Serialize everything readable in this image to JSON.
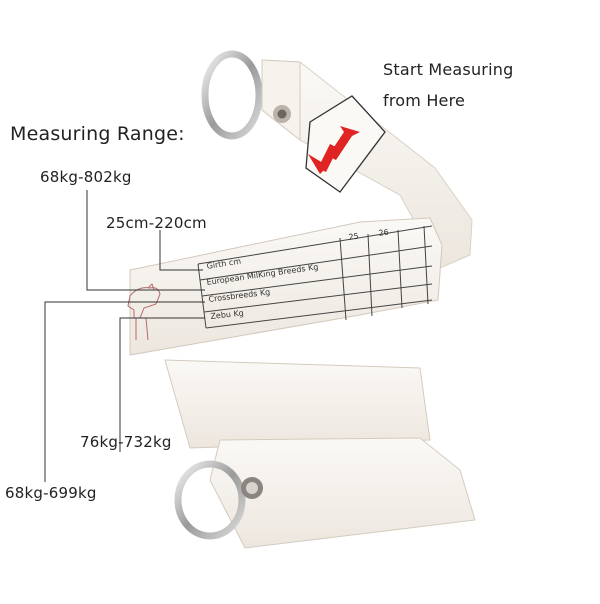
{
  "labels": {
    "measuring_range": "Measuring Range:",
    "start_line1": "Start Measuring",
    "start_line2": "from Here",
    "girth_range": "25cm-220cm",
    "european_range": "68kg-802kg",
    "crossbreeds_range": "76kg-732kg",
    "zebu_range": "68kg-699kg"
  },
  "tape": {
    "row1": "Girth cm",
    "row2": "European MilKing Breeds Kg",
    "row3": "Crossbreeds Kg",
    "row4": "Zebu Kg",
    "col1": "25",
    "col2": "26"
  },
  "colors": {
    "tape": "#f7f3ee",
    "arrow": "#e02424",
    "line": "#333333"
  },
  "icons": [
    "d-ring-icon",
    "snap-button-icon",
    "up-down-arrow-icon",
    "cow-icon"
  ]
}
